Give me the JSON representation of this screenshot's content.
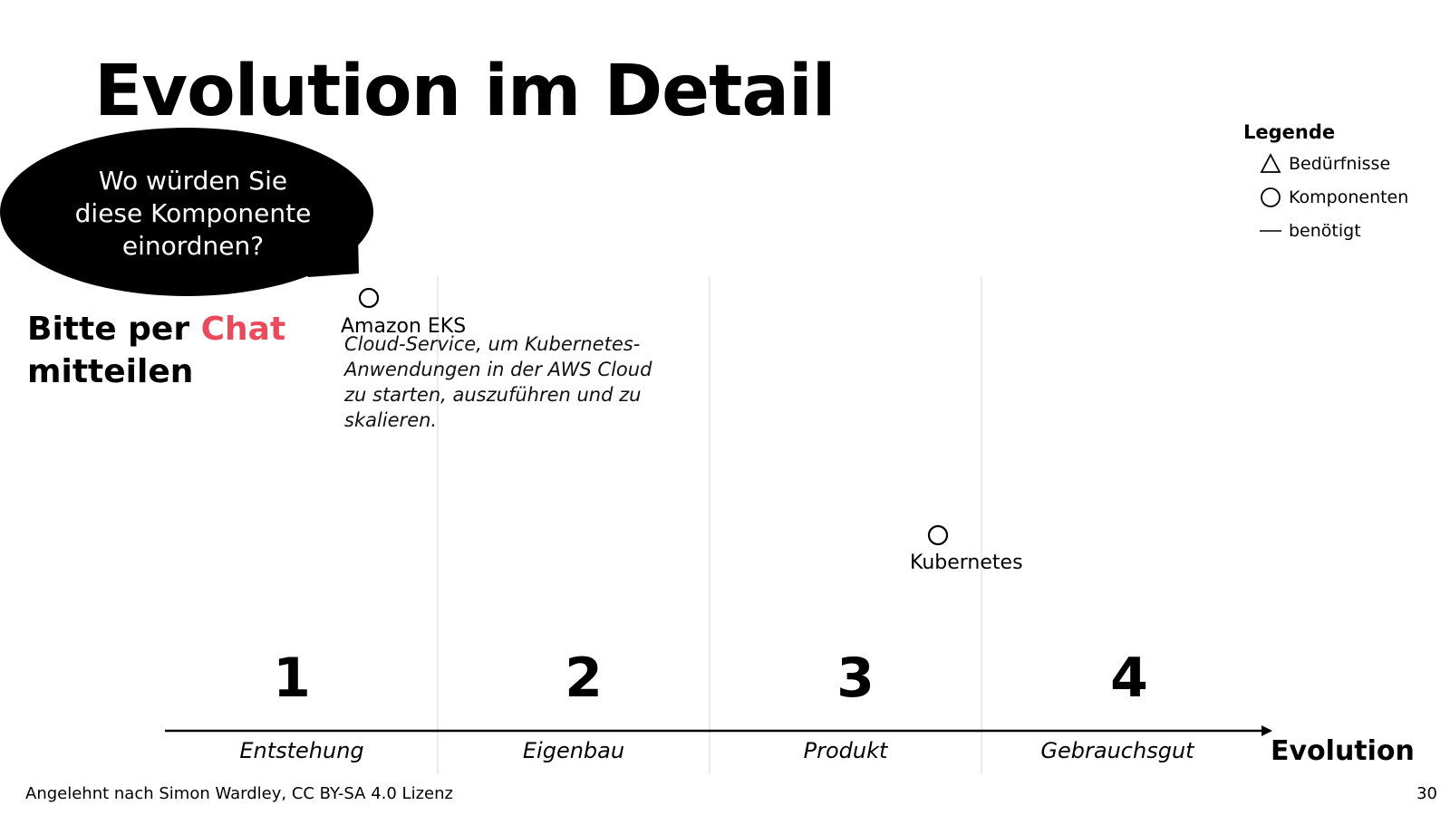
{
  "title": "Evolution im Detail",
  "callout": {
    "lines": [
      "Wo würden Sie",
      "diese Komponente",
      "einordnen?"
    ],
    "bg_color": "#000000",
    "text_color": "#ffffff"
  },
  "chat_prompt": {
    "prefix": "Bitte per ",
    "accent": "Chat",
    "suffix": "mitteilen",
    "accent_color": "#e94b5c"
  },
  "legend": {
    "title": "Legende",
    "items": [
      {
        "icon": "triangle-icon",
        "label": "Bedürfnisse"
      },
      {
        "icon": "circle-icon",
        "label": "Komponenten"
      },
      {
        "icon": "line-icon",
        "label": "benötigt"
      }
    ]
  },
  "components": [
    {
      "name": "Amazon EKS",
      "description": "Cloud-Service, um Kubernetes-Anwendungen in der AWS Cloud zu starten, auszuführen und zu skalieren.",
      "stage": 1
    },
    {
      "name": "Kubernetes",
      "description": "",
      "stage": 3
    }
  ],
  "stages": [
    {
      "number": "1",
      "name": "Entstehung"
    },
    {
      "number": "2",
      "name": "Eigenbau"
    },
    {
      "number": "3",
      "name": "Produkt"
    },
    {
      "number": "4",
      "name": "Gebrauchsgut"
    }
  ],
  "axis": {
    "label": "Evolution"
  },
  "footer": {
    "attribution": "Angelehnt nach Simon Wardley, CC BY-SA 4.0 Lizenz",
    "page_number": "30"
  }
}
